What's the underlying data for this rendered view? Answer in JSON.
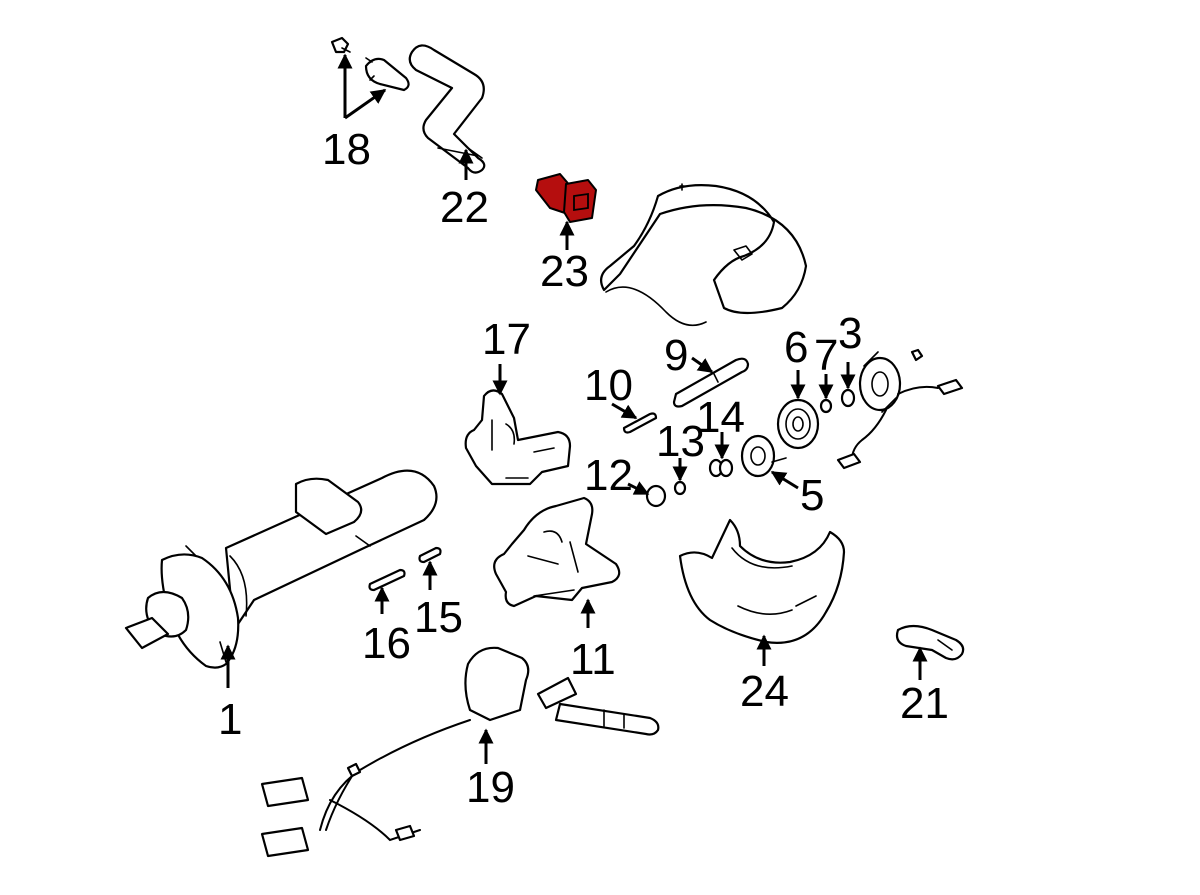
{
  "highlight_color": "#b50e0e",
  "highlighted_part": "23",
  "callouts": [
    {
      "id": "1",
      "text": "1"
    },
    {
      "id": "3",
      "text": "3"
    },
    {
      "id": "5",
      "text": "5"
    },
    {
      "id": "6",
      "text": "6"
    },
    {
      "id": "7",
      "text": "7"
    },
    {
      "id": "9",
      "text": "9"
    },
    {
      "id": "10",
      "text": "10"
    },
    {
      "id": "11",
      "text": "11"
    },
    {
      "id": "12",
      "text": "12"
    },
    {
      "id": "13",
      "text": "13"
    },
    {
      "id": "14",
      "text": "14"
    },
    {
      "id": "15",
      "text": "15"
    },
    {
      "id": "16",
      "text": "16"
    },
    {
      "id": "17",
      "text": "17"
    },
    {
      "id": "18",
      "text": "18"
    },
    {
      "id": "19",
      "text": "19"
    },
    {
      "id": "21",
      "text": "21"
    },
    {
      "id": "22",
      "text": "22"
    },
    {
      "id": "23",
      "text": "23"
    },
    {
      "id": "24",
      "text": "24"
    }
  ]
}
